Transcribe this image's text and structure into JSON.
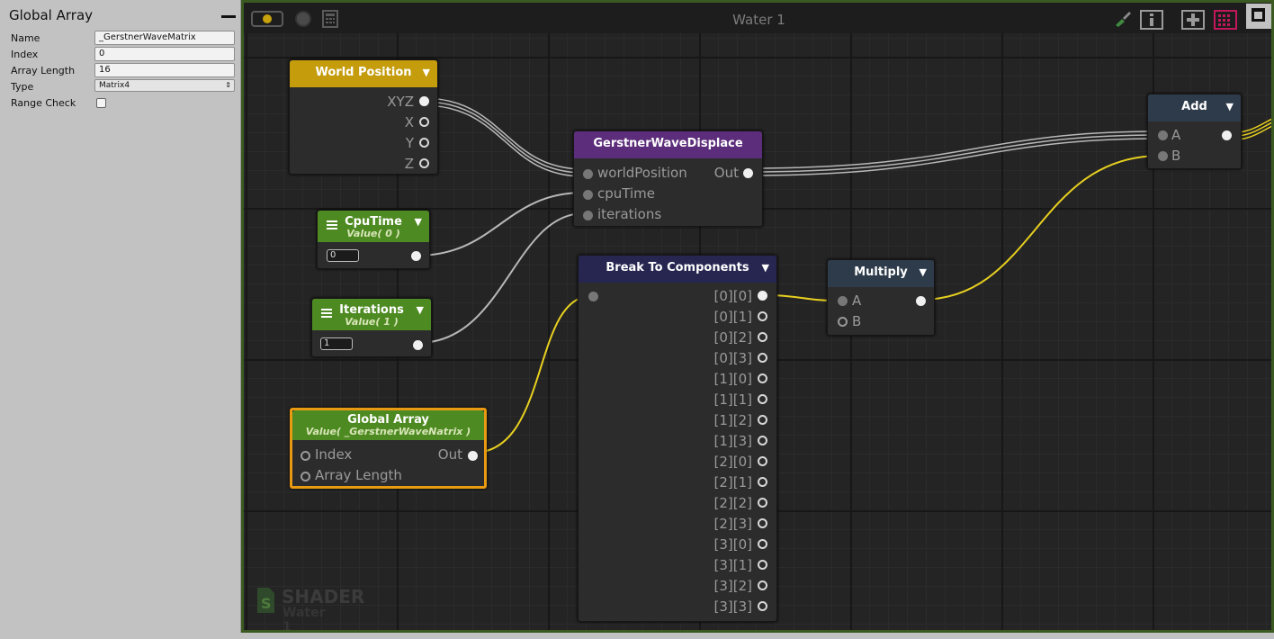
{
  "inspector": {
    "title": "Global Array",
    "properties": {
      "name_label": "Name",
      "name_value": "_GerstnerWaveMatrix",
      "index_label": "Index",
      "index_value": "0",
      "length_label": "Array Length",
      "length_value": "16",
      "type_label": "Type",
      "type_value": "Matrix4",
      "range_label": "Range Check",
      "range_checked": false
    }
  },
  "canvas": {
    "title": "Water 1",
    "watermark": {
      "title": "SHADER",
      "subtitle": "Water 1"
    },
    "colors": {
      "border": "#3b5a22",
      "wire_matrix": "#e8d020",
      "wire_float": "#b8b8b8",
      "selected": "#e89a12"
    }
  },
  "nodes": {
    "world_position": {
      "title": "World Position",
      "outputs": [
        "XYZ",
        "X",
        "Y",
        "Z"
      ],
      "color": "#c49c0c"
    },
    "cputime": {
      "title": "CpuTime",
      "subtitle": "Value( 0 )",
      "value": "0",
      "color": "#4e8a22"
    },
    "iterations": {
      "title": "Iterations",
      "subtitle": "Value( 1 )",
      "value": "1",
      "color": "#4e8a22"
    },
    "global_array": {
      "title": "Global Array",
      "subtitle": "Value( _GerstnerWaveNatrix )",
      "inputs": [
        "Index",
        "Array Length"
      ],
      "output": "Out",
      "color": "#4e8a22"
    },
    "gerstner": {
      "title": "GerstnerWaveDisplace",
      "inputs": [
        "worldPosition",
        "cpuTime",
        "iterations"
      ],
      "output": "Out",
      "color": "#5c2d7a"
    },
    "break": {
      "title": "Break To Components",
      "outputs": [
        "[0][0]",
        "[0][1]",
        "[0][2]",
        "[0][3]",
        "[1][0]",
        "[1][1]",
        "[1][2]",
        "[1][3]",
        "[2][0]",
        "[2][1]",
        "[2][2]",
        "[2][3]",
        "[3][0]",
        "[3][1]",
        "[3][2]",
        "[3][3]"
      ],
      "color": "#262651"
    },
    "multiply": {
      "title": "Multiply",
      "inputs": [
        "A",
        "B"
      ],
      "color": "#2e3b4a"
    },
    "add": {
      "title": "Add",
      "inputs": [
        "A",
        "B"
      ],
      "color": "#2e3b4a"
    }
  }
}
